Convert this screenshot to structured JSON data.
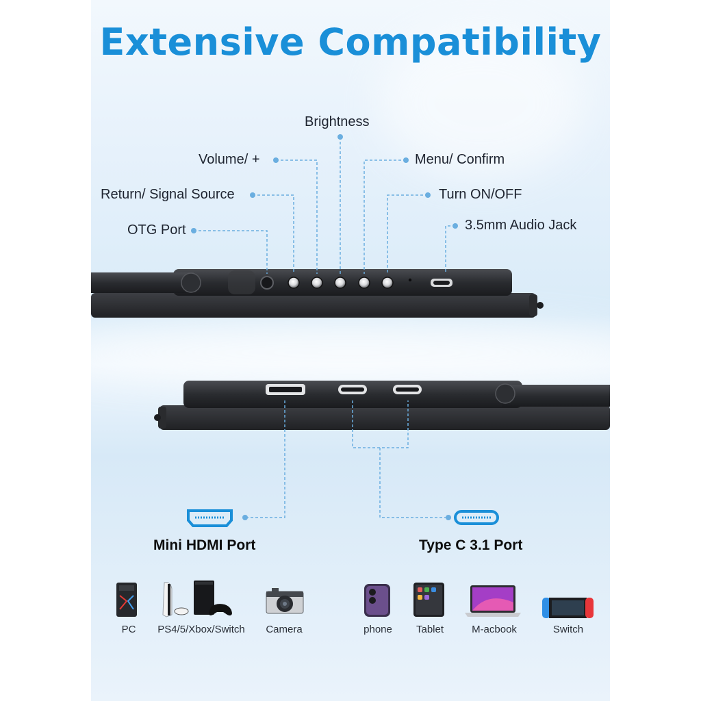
{
  "title": "Extensive Compatibility",
  "controls": {
    "brightness": "Brightness",
    "volume": "Volume/ +",
    "menu": "Menu/ Confirm",
    "return": "Return/ Signal Source",
    "power": "Turn ON/OFF",
    "otg": "OTG Port",
    "audio": "3.5mm Audio Jack"
  },
  "ports": {
    "hdmi": "Mini HDMI Port",
    "typec": "Type C 3.1 Port"
  },
  "devices": {
    "pc": "PC",
    "console": "PS4/5/Xbox/Switch",
    "camera": "Camera",
    "phone": "phone",
    "tablet": "Tablet",
    "laptop": "M-acbook",
    "switch": "Switch"
  },
  "colors": {
    "accent": "#1a8fd8",
    "leader_line": "#6aaee0",
    "device_body": "#2b2d31"
  },
  "icons": [
    "hdmi-port-icon",
    "usb-c-port-icon",
    "pc-tower-icon",
    "game-console-icon",
    "camera-icon",
    "phone-icon",
    "tablet-icon",
    "laptop-icon",
    "handheld-switch-icon"
  ]
}
